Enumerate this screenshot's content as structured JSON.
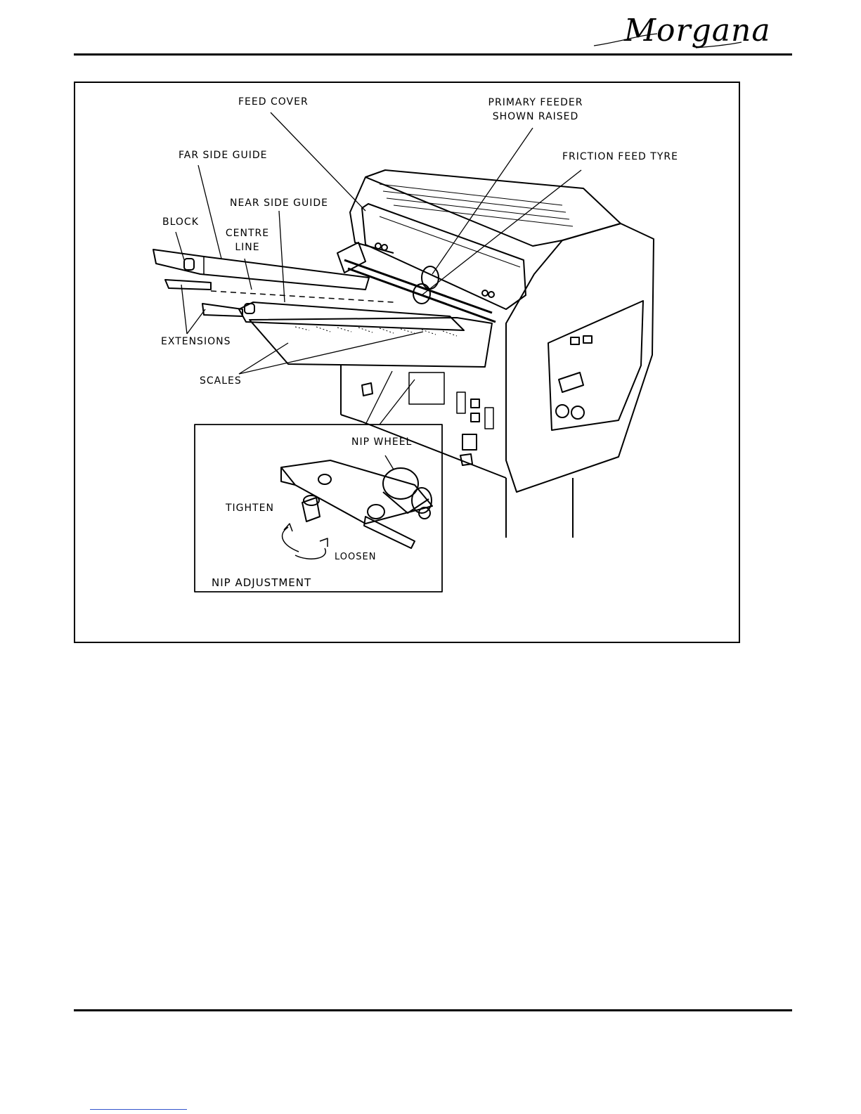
{
  "header": {
    "brand_logo": "Morgana"
  },
  "figure": {
    "labels": {
      "feed_cover": "FEED COVER",
      "primary_feeder_line1": "PRIMARY FEEDER",
      "primary_feeder_line2": "SHOWN RAISED",
      "far_side_guide": "FAR SIDE GUIDE",
      "friction_feed_tyre": "FRICTION FEED TYRE",
      "near_side_guide": "NEAR SIDE GUIDE",
      "block": "BLOCK",
      "centre_line1": "CENTRE",
      "centre_line2": "LINE",
      "extensions": "EXTENSIONS",
      "scales": "SCALES"
    },
    "inset": {
      "title": "NIP ADJUSTMENT",
      "nip_wheel": "NIP WHEEL",
      "tighten": "TIGHTEN",
      "loosen": "LOOSEN"
    }
  }
}
